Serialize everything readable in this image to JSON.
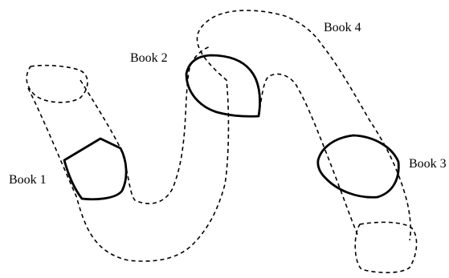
{
  "labels": {
    "book1": "Book 1",
    "book2": "Book 2",
    "book3": "Book 3",
    "book4": "Book 4"
  },
  "colors": {
    "stroke": "#000000",
    "background": "#ffffff"
  }
}
